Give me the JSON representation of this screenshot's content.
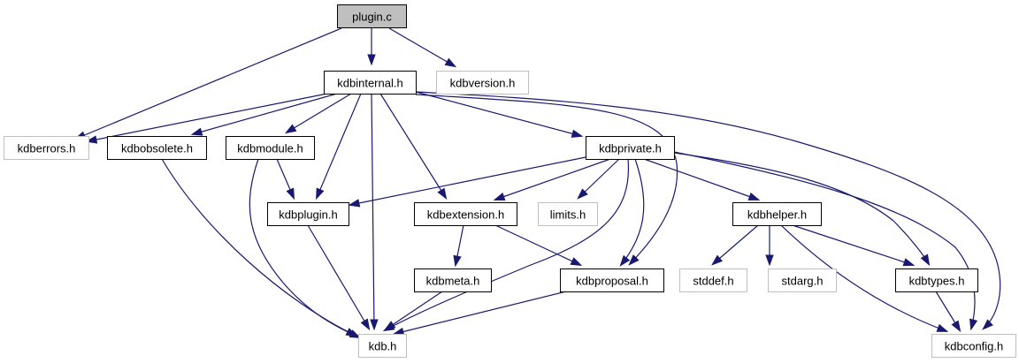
{
  "diagram": {
    "title": "Include dependency graph for plugin.c",
    "edge_color": "#191970",
    "nodes": [
      {
        "id": "plugin_c",
        "label": "plugin.c",
        "kind": "root"
      },
      {
        "id": "kdbinternal_h",
        "label": "kdbinternal.h",
        "kind": "documented"
      },
      {
        "id": "kdbversion_h",
        "label": "kdbversion.h",
        "kind": "external"
      },
      {
        "id": "kdberrors_h",
        "label": "kdberrors.h",
        "kind": "external"
      },
      {
        "id": "kdbobsolete_h",
        "label": "kdbobsolete.h",
        "kind": "documented"
      },
      {
        "id": "kdbmodule_h",
        "label": "kdbmodule.h",
        "kind": "documented"
      },
      {
        "id": "kdbprivate_h",
        "label": "kdbprivate.h",
        "kind": "documented"
      },
      {
        "id": "kdbplugin_h",
        "label": "kdbplugin.h",
        "kind": "documented"
      },
      {
        "id": "kdbextension_h",
        "label": "kdbextension.h",
        "kind": "documented"
      },
      {
        "id": "limits_h",
        "label": "limits.h",
        "kind": "external"
      },
      {
        "id": "kdbhelper_h",
        "label": "kdbhelper.h",
        "kind": "documented"
      },
      {
        "id": "kdbmeta_h",
        "label": "kdbmeta.h",
        "kind": "documented"
      },
      {
        "id": "kdbproposal_h",
        "label": "kdbproposal.h",
        "kind": "documented"
      },
      {
        "id": "stddef_h",
        "label": "stddef.h",
        "kind": "external"
      },
      {
        "id": "stdarg_h",
        "label": "stdarg.h",
        "kind": "external"
      },
      {
        "id": "kdbtypes_h",
        "label": "kdbtypes.h",
        "kind": "documented"
      },
      {
        "id": "kdb_h",
        "label": "kdb.h",
        "kind": "external"
      },
      {
        "id": "kdbconfig_h",
        "label": "kdbconfig.h",
        "kind": "external"
      }
    ],
    "edges": [
      {
        "from": "plugin_c",
        "to": "kdberrors_h"
      },
      {
        "from": "plugin_c",
        "to": "kdbinternal_h"
      },
      {
        "from": "plugin_c",
        "to": "kdbversion_h"
      },
      {
        "from": "kdbinternal_h",
        "to": "kdberrors_h"
      },
      {
        "from": "kdbinternal_h",
        "to": "kdbobsolete_h"
      },
      {
        "from": "kdbinternal_h",
        "to": "kdbmodule_h"
      },
      {
        "from": "kdbinternal_h",
        "to": "kdbplugin_h"
      },
      {
        "from": "kdbinternal_h",
        "to": "kdb_h"
      },
      {
        "from": "kdbinternal_h",
        "to": "kdbextension_h"
      },
      {
        "from": "kdbinternal_h",
        "to": "kdbprivate_h"
      },
      {
        "from": "kdbinternal_h",
        "to": "kdbproposal_h"
      },
      {
        "from": "kdbinternal_h",
        "to": "kdbconfig_h"
      },
      {
        "from": "kdbobsolete_h",
        "to": "kdb_h"
      },
      {
        "from": "kdbmodule_h",
        "to": "kdbplugin_h"
      },
      {
        "from": "kdbmodule_h",
        "to": "kdb_h"
      },
      {
        "from": "kdbplugin_h",
        "to": "kdb_h"
      },
      {
        "from": "kdbprivate_h",
        "to": "kdbplugin_h"
      },
      {
        "from": "kdbprivate_h",
        "to": "kdbextension_h"
      },
      {
        "from": "kdbprivate_h",
        "to": "limits_h"
      },
      {
        "from": "kdbprivate_h",
        "to": "kdb_h"
      },
      {
        "from": "kdbprivate_h",
        "to": "kdbproposal_h"
      },
      {
        "from": "kdbprivate_h",
        "to": "kdbhelper_h"
      },
      {
        "from": "kdbprivate_h",
        "to": "kdbtypes_h"
      },
      {
        "from": "kdbprivate_h",
        "to": "kdbconfig_h"
      },
      {
        "from": "kdbextension_h",
        "to": "kdbmeta_h"
      },
      {
        "from": "kdbextension_h",
        "to": "kdbproposal_h"
      },
      {
        "from": "kdbmeta_h",
        "to": "kdb_h"
      },
      {
        "from": "kdbproposal_h",
        "to": "kdb_h"
      },
      {
        "from": "kdbhelper_h",
        "to": "stddef_h"
      },
      {
        "from": "kdbhelper_h",
        "to": "stdarg_h"
      },
      {
        "from": "kdbhelper_h",
        "to": "kdbtypes_h"
      },
      {
        "from": "kdbhelper_h",
        "to": "kdbconfig_h"
      },
      {
        "from": "kdbtypes_h",
        "to": "kdbconfig_h"
      }
    ]
  }
}
